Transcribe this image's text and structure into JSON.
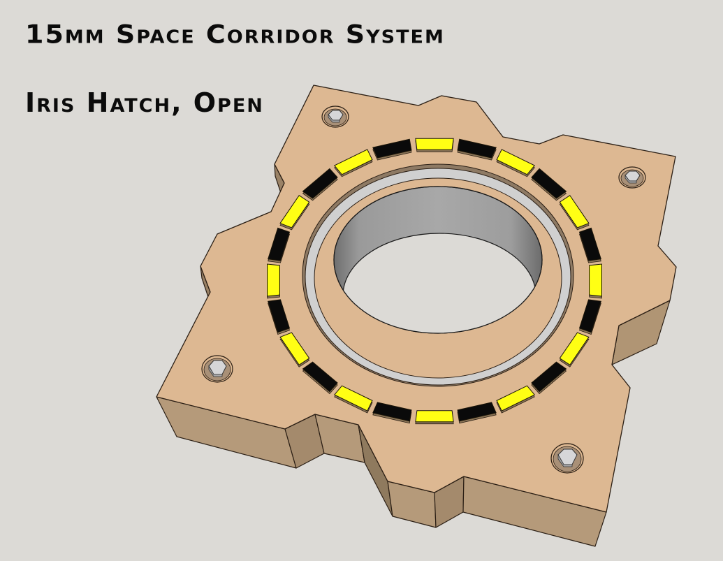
{
  "header": {
    "title": "15mm Space Corridor System",
    "subtitle": "Iris Hatch, Open"
  },
  "model": {
    "name": "iris-hatch-tile",
    "state": "open",
    "colors": {
      "background": "#dcdad6",
      "top_face": "#ddb892",
      "side_face_light": "#b59a7a",
      "side_face_dark": "#a48a6c",
      "outline": "#2a1e14",
      "stripe_yellow": "#ffff14",
      "stripe_black": "#0a0a0a",
      "silver_ring": "#d0d0d0",
      "hole_wall_light": "#bdbdbd",
      "hole_wall_dark": "#7a7a7a",
      "hole_floor": "#dcdad6",
      "bolt": "#d6d6d8"
    },
    "stripe_segments": 24,
    "bolts": 4
  }
}
